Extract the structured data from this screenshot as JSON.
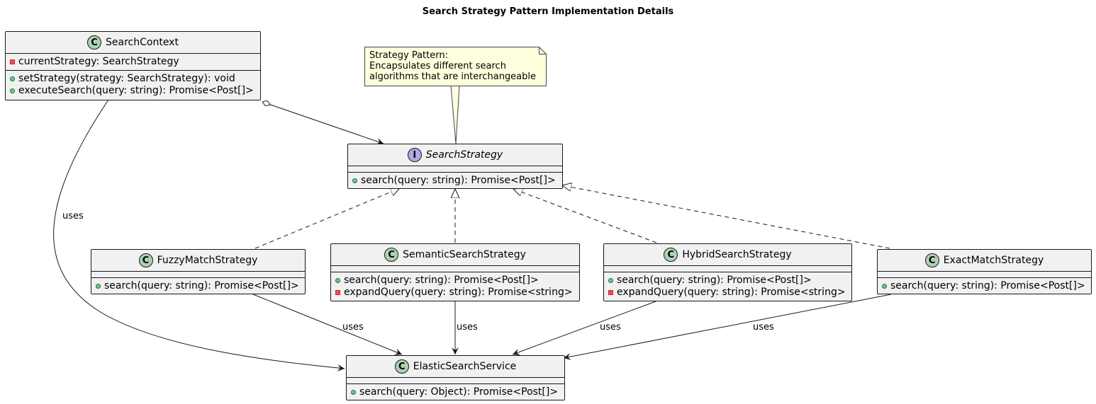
{
  "title": "Search Strategy Pattern Implementation Details",
  "classes": {
    "search_context": {
      "name": "SearchContext",
      "stereotype": "C",
      "fields": [
        {
          "vis": "private",
          "text": "currentStrategy: SearchStrategy"
        }
      ],
      "methods": [
        {
          "vis": "public",
          "text": "setStrategy(strategy: SearchStrategy): void"
        },
        {
          "vis": "public",
          "text": "executeSearch(query: string): Promise<Post[]>"
        }
      ]
    },
    "search_strategy": {
      "name": "SearchStrategy",
      "stereotype": "I",
      "methods": [
        {
          "vis": "public",
          "text": "search(query: string): Promise<Post[]>"
        }
      ]
    },
    "fuzzy": {
      "name": "FuzzyMatchStrategy",
      "stereotype": "C",
      "methods": [
        {
          "vis": "public",
          "text": "search(query: string): Promise<Post[]>"
        }
      ]
    },
    "semantic": {
      "name": "SemanticSearchStrategy",
      "stereotype": "C",
      "methods": [
        {
          "vis": "public",
          "text": "search(query: string): Promise<Post[]>"
        },
        {
          "vis": "private",
          "text": "expandQuery(query: string): Promise<string>"
        }
      ]
    },
    "hybrid": {
      "name": "HybridSearchStrategy",
      "stereotype": "C",
      "methods": [
        {
          "vis": "public",
          "text": "search(query: string): Promise<Post[]>"
        },
        {
          "vis": "private",
          "text": "expandQuery(query: string): Promise<string>"
        }
      ]
    },
    "exact": {
      "name": "ExactMatchStrategy",
      "stereotype": "C",
      "methods": [
        {
          "vis": "public",
          "text": "search(query: string): Promise<Post[]>"
        }
      ]
    },
    "elastic": {
      "name": "ElasticSearchService",
      "stereotype": "C",
      "methods": [
        {
          "vis": "public",
          "text": "search(query: Object): Promise<Post[]>"
        }
      ]
    }
  },
  "note": {
    "lines": [
      "Strategy Pattern:",
      "Encapsulates different search",
      "algorithms that are interchangeable"
    ]
  },
  "edge_labels": {
    "context_uses": "uses",
    "fuzzy_uses": "uses",
    "semantic_uses": "uses",
    "hybrid_uses": "uses",
    "exact_uses": "uses"
  },
  "colors": {
    "class_fill": "#f1f1f1",
    "class_border": "#181818",
    "class_badge": "#add1b2",
    "interface_badge": "#b4a7e5",
    "note_fill": "#feffdd",
    "note_border": "#454645",
    "public_marker": "#84be84",
    "private_marker": "#f24d5c"
  }
}
